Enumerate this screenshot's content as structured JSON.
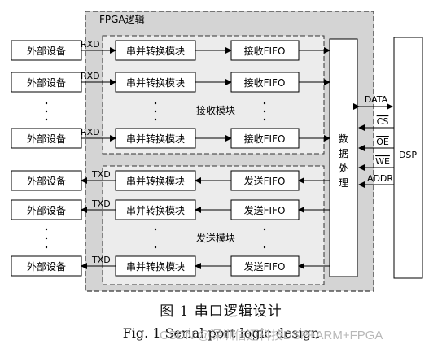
{
  "fpga_label": "FPGA逻辑",
  "external_device": "外部设备",
  "converter": "串并转换模块",
  "rx_fifo": "接收FIFO",
  "tx_fifo": "发送FIFO",
  "rx_module": "接收模块",
  "tx_module": "发送模块",
  "rxd": "RXD",
  "txd": "TXD",
  "processor": [
    "数",
    "据",
    "处",
    "理"
  ],
  "dsp": "DSP",
  "bus_signals": {
    "data": "DATA",
    "cs": "CS",
    "oe": "OE",
    "we": "WE",
    "addr": "ADDR"
  },
  "caption_cn": "图 1   串口逻辑设计",
  "caption_en": "Fig. 1   Serial port logic design",
  "watermark": "CSDN @深圳信迈科技DSP+ARM+FPGA"
}
